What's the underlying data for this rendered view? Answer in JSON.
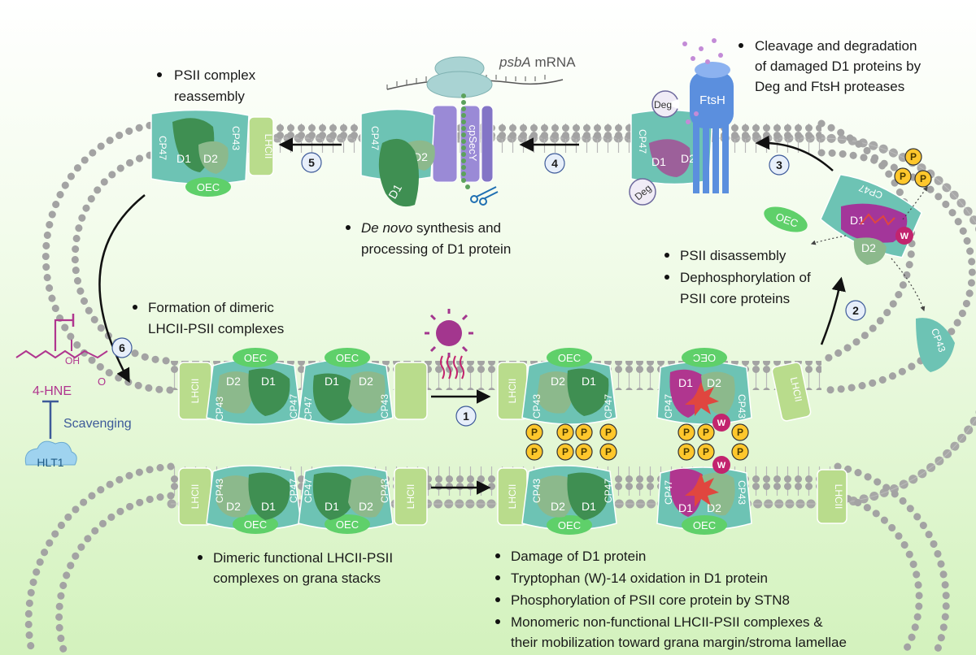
{
  "labels": {
    "psba_italic": "psbA",
    "psba_rest": " mRNA",
    "reassembly_1": "PSII complex",
    "reassembly_2": "reassembly",
    "cleavage_1": "Cleavage and degradation",
    "cleavage_2": "of damaged D1 proteins by",
    "cleavage_3": "Deg and FtsH proteases",
    "denovo_italic": "De novo",
    "denovo_rest": " synthesis and",
    "denovo_2": "processing of D1 protein",
    "disassembly": "PSII disassembly",
    "dephos_1": "Dephosphorylation of",
    "dephos_2": "PSII core proteins",
    "formation_1": "Formation of dimeric",
    "formation_2": "LHCII-PSII complexes",
    "dimeric_1": "Dimeric functional LHCII-PSII",
    "dimeric_2": "complexes on grana stacks",
    "damage_1": "Damage of D1 protein",
    "damage_2": "Tryptophan (W)-14 oxidation in D1 protein",
    "damage_3": "Phosphorylation of PSII core protein by STN8",
    "damage_4": "Monomeric non-functional LHCII-PSII complexes &",
    "damage_5": "their mobilization toward grana margin/stroma lamellae",
    "hne": "4-HNE",
    "scavenging": "Scavenging",
    "hlt1": "HLT1",
    "oh": "OH",
    "o": "O",
    "ftsh": "FtsH",
    "deg": "Deg",
    "cpsecy": "cpSecY"
  },
  "proteins": {
    "cp47": "CP47",
    "cp43": "CP43",
    "d1": "D1",
    "d2": "D2",
    "oec": "OEC",
    "lhcii": "LHCII",
    "p": "P",
    "w": "W"
  },
  "steps": [
    "1",
    "2",
    "3",
    "4",
    "5",
    "6"
  ],
  "colors": {
    "bg_top": "#ffffff",
    "bg_bottom": "#d6f3c2",
    "cp": "#6dc3b4",
    "d2": "#8cb98c",
    "d1": "#3f8f52",
    "oec": "#5fd06a",
    "lhcii": "#b9dc8c",
    "phos": "#ffc72c",
    "damage": "#b0368f",
    "ftsh": "#5b8fde",
    "secy": "#9a8ad6"
  }
}
